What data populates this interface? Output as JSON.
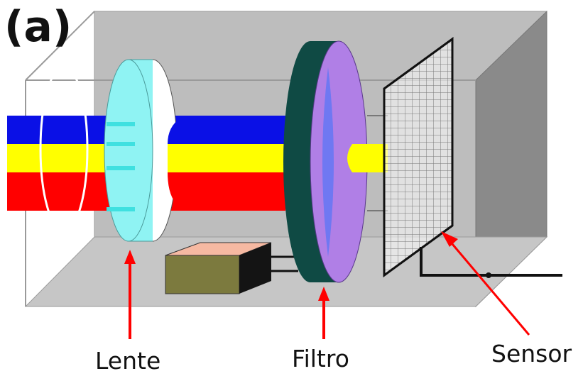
{
  "panel_label": "(a)",
  "labels": {
    "lens": "Lente",
    "filter": "Filtro",
    "sensor": "Sensor"
  },
  "colors": {
    "box_back": "#bdbdbd",
    "box_side": "#8a8a8a",
    "box_floor": "#c6c6c6",
    "beam_blue": "#0a10e6",
    "beam_yellow": "#ffff00",
    "beam_red": "#ff0000",
    "lens": "#8ff3f3",
    "filter_rim": "#0f4a44",
    "filter_face": "#b07fe6",
    "filter_inner": "#6f78f2",
    "electronics_top": "#f6b9a2",
    "electronics_front": "#7c7a3e",
    "electronics_side": "#141414",
    "arrow": "#ff0000",
    "text": "#111111"
  }
}
